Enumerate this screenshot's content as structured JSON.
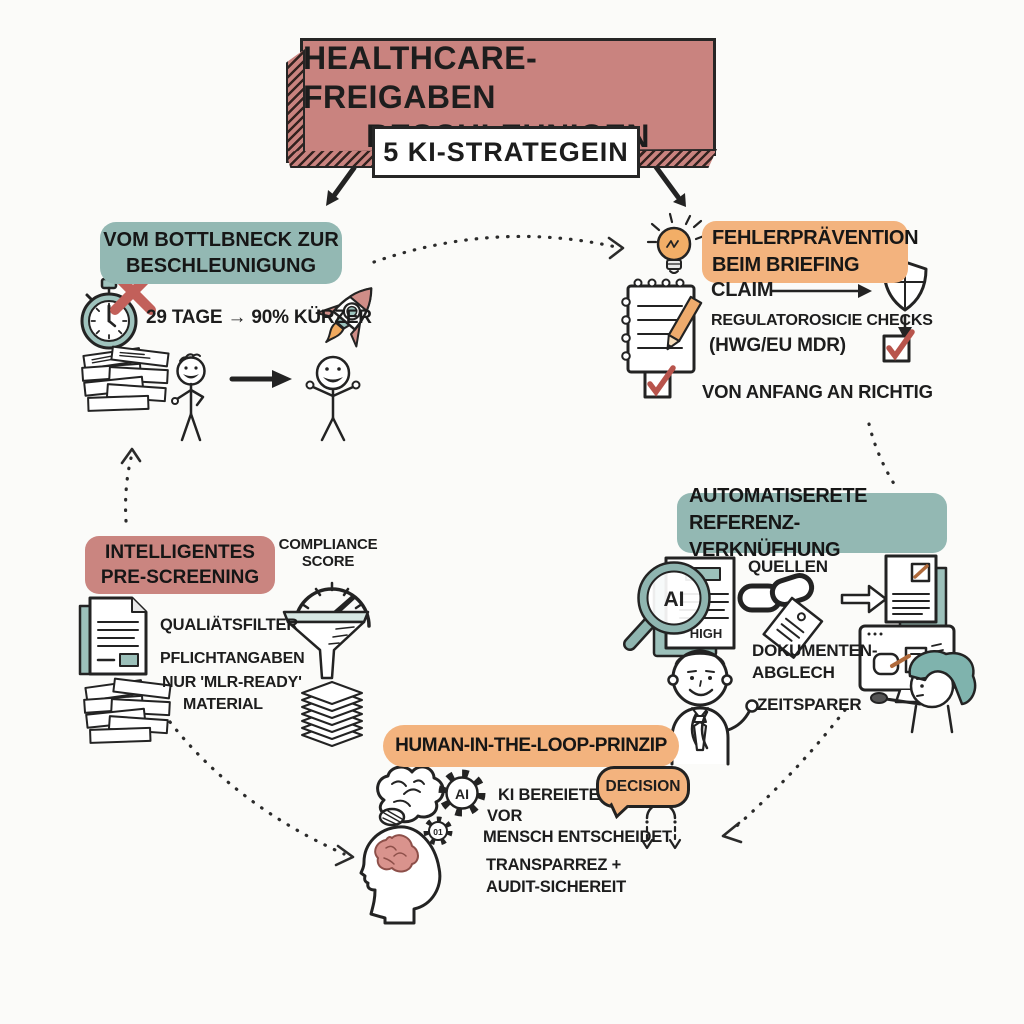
{
  "title": {
    "line1": "HEALTHCARE-FREIGABEN",
    "line2": "BESCHLEUNIGEN",
    "subtitle": "5 KI-STRATEGEIN"
  },
  "sections": {
    "bottleneck": {
      "heading1": "VOM BOTTLBNECK ZUR",
      "heading2": "BESCHLEUNIGUNG",
      "stat": "29 TAGE → 90% KÜRZER"
    },
    "briefing": {
      "heading1": "FEHLERPRÄVENTION",
      "heading2": "BEIM BRIEFING",
      "claim": "CLAIM",
      "checks1": "REGULATOROSICIE CHECKS",
      "checks2": "(HWG/EU MDR)",
      "result": "VON ANFANG AN RICHTIG"
    },
    "referenz": {
      "heading1": "AUTOMATISERETE",
      "heading2": "REFERENZ-VERKNÜFHUNG",
      "quellen": "QUELLEN",
      "ai_label": "AI",
      "high_label": "HIGH",
      "abgleich1": "DOKUMENTEN-",
      "abgleich2": "ABGLECH",
      "zeitsparer": "ZEITSPARER"
    },
    "prescreening": {
      "heading1": "INTELLIGENTES",
      "heading2": "PRE-SCREENING",
      "compliance1": "COMPLIANCE",
      "compliance2": "SCORE",
      "item1": "QUALIÄTSFILTER",
      "item2": "PFLICHTANGABEN",
      "item3": "NUR 'MLR-READY'",
      "item4": "MATERIAL"
    },
    "hitl": {
      "heading": "HUMAN-IN-THE-LOOP-PRINZIP",
      "ai_label": "AI",
      "binary_label": "01",
      "line1": "KI BEREIETE",
      "line2": "VOR",
      "line3": "MENSCH ENTSCHEIDET",
      "line4": "TRANSPARREZ +",
      "line5": "AUDIT-SICHEREIT",
      "decision": "DECISION"
    }
  },
  "colors": {
    "rose": "#c9837f",
    "teal": "#93b8b3",
    "teal_icon": "#9cc0ba",
    "orange": "#f3b37e",
    "accent_red": "#c2605a",
    "ink": "#232323",
    "background": "#fbfbf9"
  }
}
